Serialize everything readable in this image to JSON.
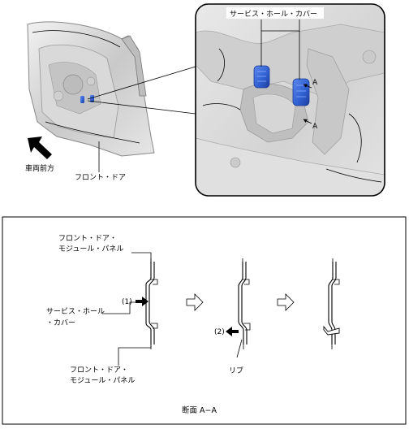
{
  "top_view": {
    "service_hole_cover_label": "サービス・ホール・カバー",
    "section_marker_upper": "A",
    "section_marker_lower": "A",
    "vehicle_front_label": "車両前方",
    "front_door_label": "フロント・ドア"
  },
  "section_panel": {
    "module_panel_upper_line1": "フロント・ドア・",
    "module_panel_upper_line2": "モジュール・パネル",
    "cover_line1": "サービス・ホール",
    "cover_line2": "・カバー",
    "module_panel_lower_line1": "フロント・ドア・",
    "module_panel_lower_line2": "モジュール・パネル",
    "step1_label": "(1)",
    "step2_label": "(2)",
    "rib_label": "リブ",
    "caption": "断面 A−A"
  },
  "colors": {
    "cover_blue": "#2f5fd0",
    "cover_blue_dark": "#1c3c9a",
    "door_gray": "#d2d2d2",
    "inset_bg": "#dcdcdc"
  }
}
